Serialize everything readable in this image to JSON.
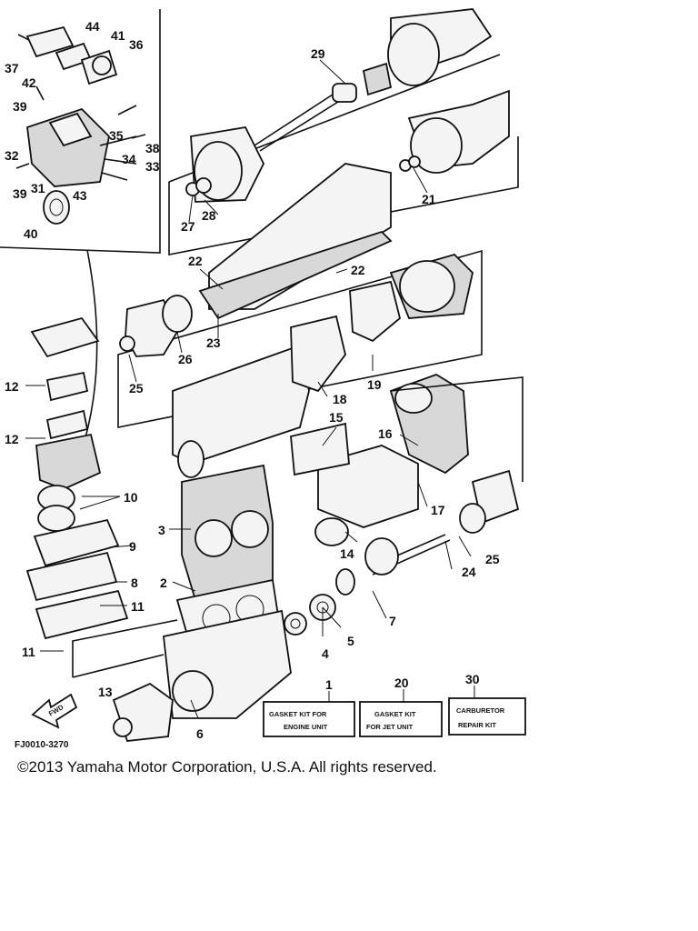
{
  "figure_code": "FJ0010-3270",
  "copyright": "©2013 Yamaha Motor Corporation, U.S.A. All rights reserved.",
  "callouts": [
    "1",
    "2",
    "3",
    "4",
    "5",
    "6",
    "7",
    "8",
    "9",
    "10",
    "11",
    "11",
    "12",
    "12",
    "13",
    "14",
    "15",
    "16",
    "17",
    "18",
    "19",
    "20",
    "21",
    "22",
    "22",
    "23",
    "24",
    "25",
    "25",
    "26",
    "27",
    "28",
    "29",
    "30",
    "31",
    "32",
    "33",
    "34",
    "35",
    "36",
    "37",
    "38",
    "39",
    "39",
    "40",
    "41",
    "42",
    "43",
    "44"
  ],
  "kits": [
    {
      "number": "1",
      "line1": "GASKET KIT FOR",
      "line2": "ENGINE UNIT"
    },
    {
      "number": "20",
      "line1": "GASKET KIT",
      "line2": "FOR JET UNIT"
    },
    {
      "number": "30",
      "line1": "CARBURETOR",
      "line2": "REPAIR KIT"
    }
  ],
  "fwd_label": "FWD"
}
